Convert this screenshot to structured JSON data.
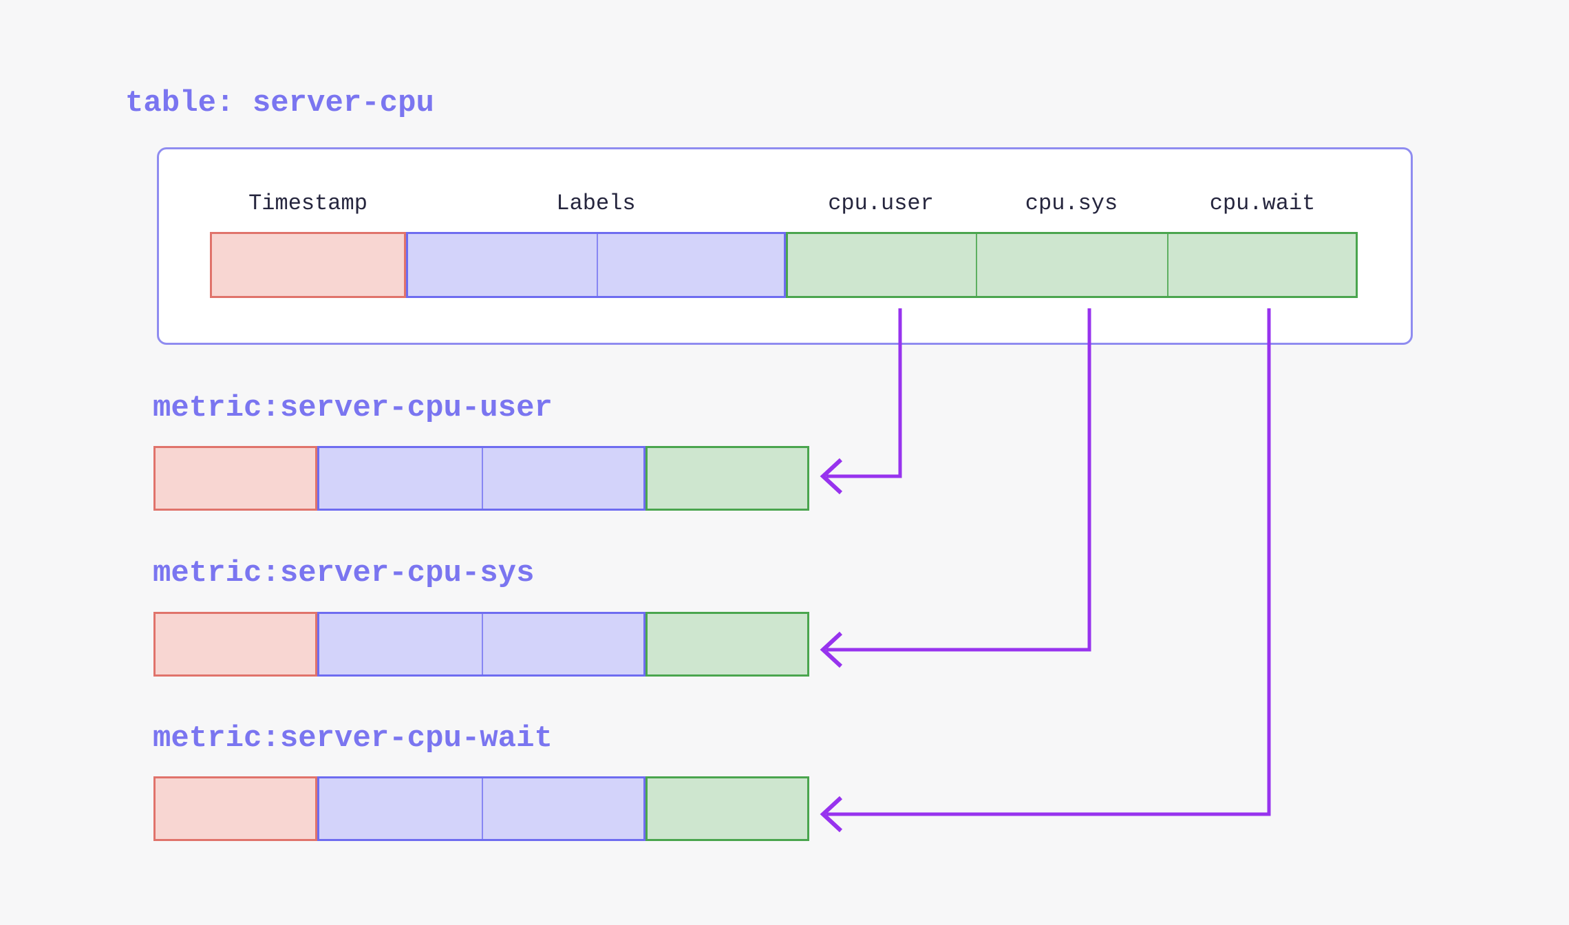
{
  "colors": {
    "page_bg": "#f7f7f8",
    "box_bg": "#ffffff",
    "box_border": "#8f8cf0",
    "title_color": "#7a75f0",
    "header_text": "#26263e",
    "timestamp_fill": "#f8d6d2",
    "timestamp_border": "#e0736b",
    "labels_fill": "#d3d3fa",
    "labels_border": "#6e6cf0",
    "value_fill": "#cee6cf",
    "value_border": "#4aa54e",
    "arrow_color": "#9733ee"
  },
  "table": {
    "title": "table: server-cpu",
    "columns": [
      {
        "label": "Timestamp",
        "kind": "timestamp",
        "cells": 1
      },
      {
        "label": "Labels",
        "kind": "labels",
        "cells": 2
      },
      {
        "label": "cpu.user",
        "kind": "value",
        "cells": 1
      },
      {
        "label": "cpu.sys",
        "kind": "value",
        "cells": 1
      },
      {
        "label": "cpu.wait",
        "kind": "value",
        "cells": 1
      }
    ]
  },
  "metrics": [
    {
      "title": "metric:server-cpu-user",
      "source_column": "cpu.user"
    },
    {
      "title": "metric:server-cpu-sys",
      "source_column": "cpu.sys"
    },
    {
      "title": "metric:server-cpu-wait",
      "source_column": "cpu.wait"
    }
  ]
}
